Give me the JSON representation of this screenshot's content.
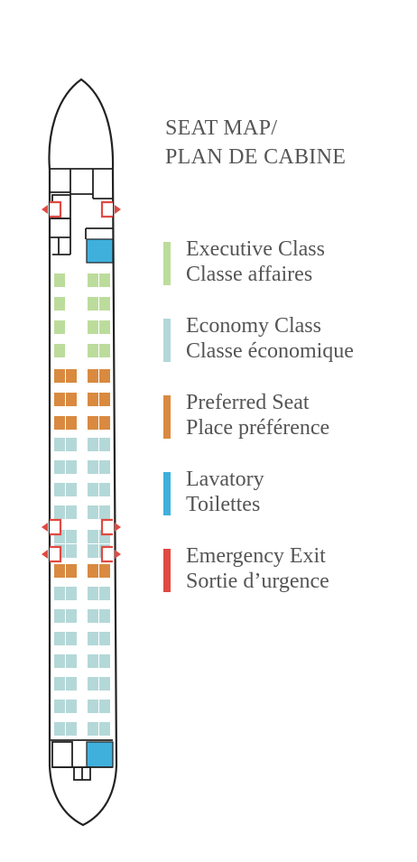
{
  "title": {
    "line1": "SEAT MAP/",
    "line2": "PLAN DE CABINE"
  },
  "colors": {
    "outline": "#222222",
    "executive": "#bcdc9c",
    "economy": "#b4d8d8",
    "preferred": "#d98a40",
    "lavatory": "#3fb0dc",
    "exit": "#e04a42"
  },
  "legend": [
    {
      "key": "executive",
      "label_en": "Executive Class",
      "label_fr": "Classe affaires"
    },
    {
      "key": "economy",
      "label_en": "Economy Class",
      "label_fr": "Classe économique"
    },
    {
      "key": "preferred",
      "label_en": "Preferred Seat",
      "label_fr": "Place préférence"
    },
    {
      "key": "lavatory",
      "label_en": "Lavatory",
      "label_fr": "Toilettes"
    },
    {
      "key": "exit",
      "label_en": "Emergency Exit",
      "label_fr": "Sortie d’urgence"
    }
  ],
  "cabin": {
    "executive_rows": 4,
    "executive_left_seats": 1,
    "executive_right_seats": 2,
    "preferred_rows_front": 3,
    "economy_rows_mid": 4,
    "overwing_rows": 2,
    "preferred_rows_exit": 1,
    "economy_rows_rear": 7,
    "seats_per_side": 2,
    "emergency_exit_pairs": 3
  }
}
